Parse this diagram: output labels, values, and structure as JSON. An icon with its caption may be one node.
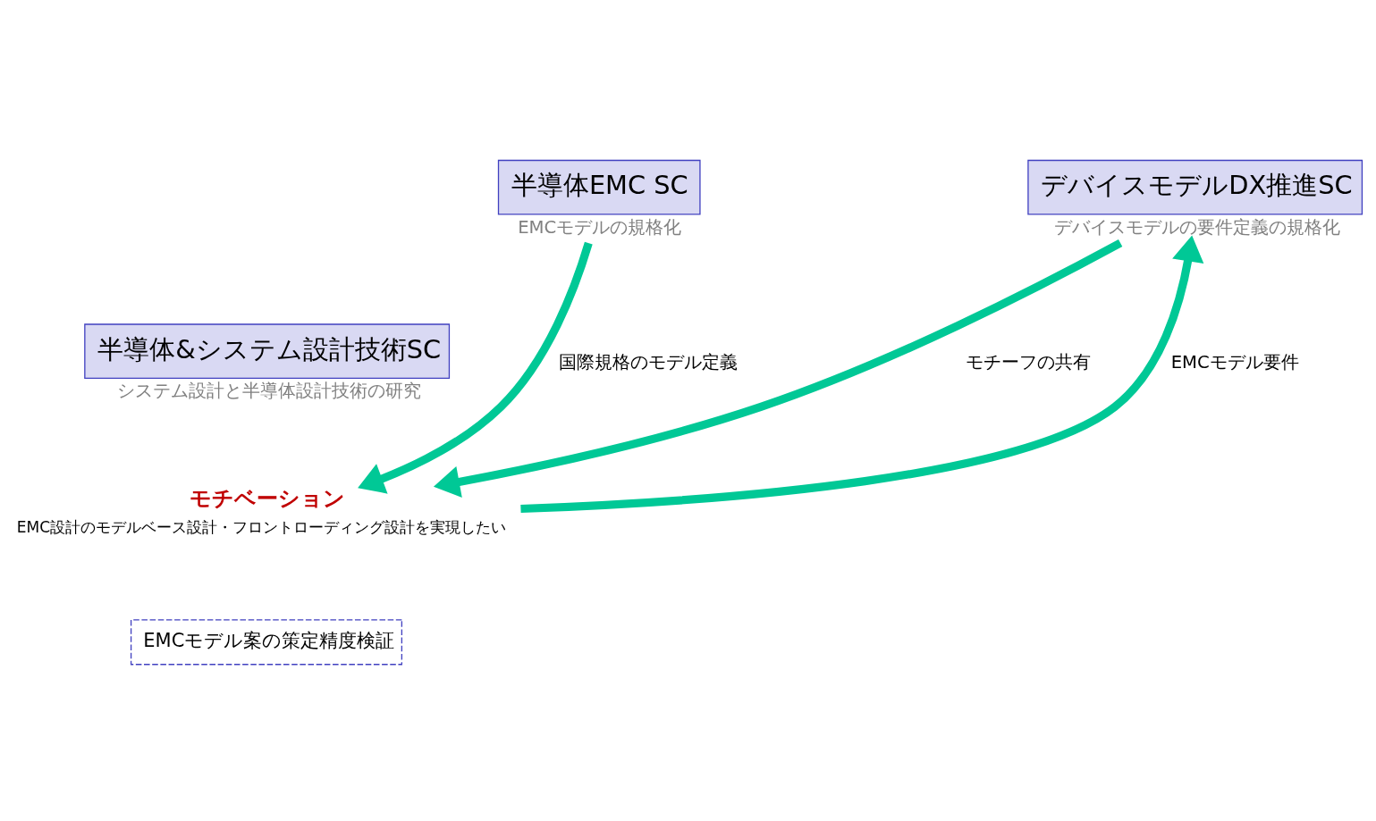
{
  "diagram": {
    "nodes": [
      {
        "text": [
          "半導体EMC SC"
        ],
        "beside": [
          "EMCモデルの規格化"
        ]
      },
      {
        "text": [
          "デバイスモデルDX推進SC"
        ],
        "beside": [
          "デバイスモデルの要件定義の規格化"
        ]
      },
      {
        "text": [
          "半導体&システム設計技術SC"
        ],
        "beside": [
          "システム設計と半導体設計技術の研究"
        ]
      },
      {
        "text": [
          "モチベーション",
          "EMC設計のモデルベース設計・フロントローディング設計を実現したい"
        ]
      },
      {
        "text": [
          "EMCモデル案の策定精度検証"
        ]
      }
    ],
    "edges": [
      {
        "from": 0,
        "to": 3,
        "arrow": "to",
        "label": "国際規格のモデル定義"
      },
      {
        "from": 1,
        "to": 3,
        "arrow": "to",
        "label": "モチーフの共有"
      },
      {
        "from": 3,
        "to": 1,
        "arrow": "to",
        "label": "EMCモデル要件"
      }
    ]
  }
}
